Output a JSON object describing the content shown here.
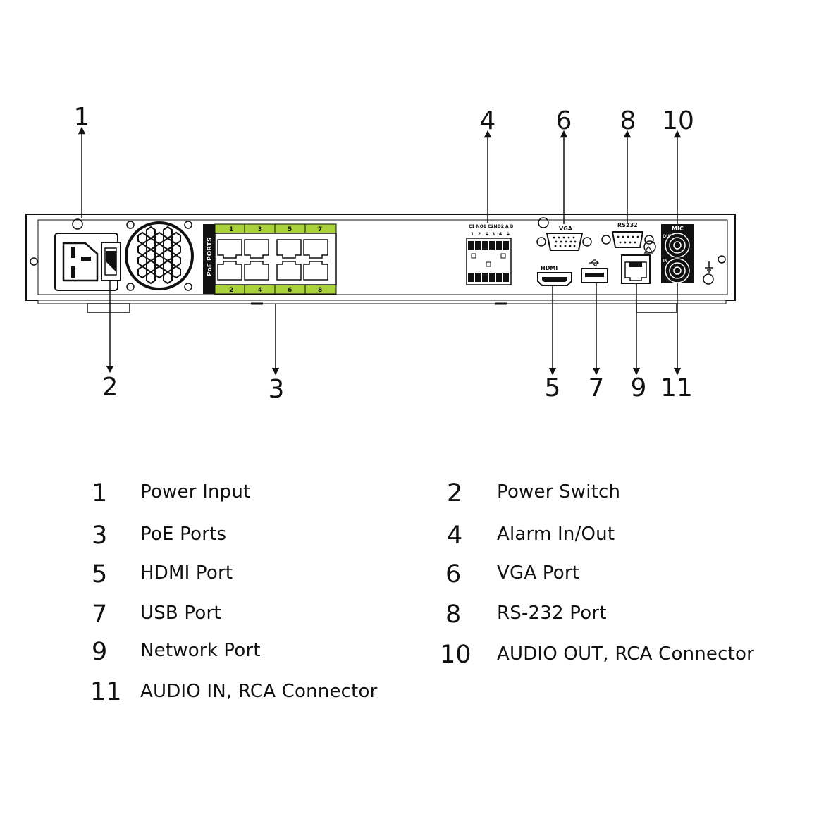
{
  "callouts": [
    "1",
    "2",
    "3",
    "4",
    "5",
    "6",
    "7",
    "8",
    "9",
    "10",
    "11"
  ],
  "panel_labels": {
    "poe_ports": "PoE PORTS",
    "poe_top": [
      "1",
      "3",
      "5",
      "7"
    ],
    "poe_bottom": [
      "2",
      "4",
      "6",
      "8"
    ],
    "alarm_header": "C1 NO1 C2NO2  A    B",
    "alarm_pins": [
      "1",
      "2",
      "⏚",
      "3",
      "4",
      "⏚"
    ],
    "vga": "VGA",
    "rs232": "RS232",
    "hdmi": "HDMI",
    "mic": "MIC",
    "out": "OUT",
    "in": "IN"
  },
  "legend": [
    {
      "num": "1",
      "label": "Power Input"
    },
    {
      "num": "2",
      "label": "Power Switch"
    },
    {
      "num": "3",
      "label": "PoE Ports"
    },
    {
      "num": "4",
      "label": "Alarm In/Out"
    },
    {
      "num": "5",
      "label": "HDMI Port"
    },
    {
      "num": "6",
      "label": "VGA Port"
    },
    {
      "num": "7",
      "label": "USB Port"
    },
    {
      "num": "8",
      "label": "RS-232 Port"
    },
    {
      "num": "9",
      "label": "Network Port"
    },
    {
      "num": "10",
      "label": "AUDIO OUT, RCA Connector"
    },
    {
      "num": "11",
      "label": "AUDIO IN, RCA Connector"
    }
  ],
  "colors": {
    "poe_green": "#a9d13a",
    "ink": "#111111",
    "panel": "#ffffff"
  }
}
